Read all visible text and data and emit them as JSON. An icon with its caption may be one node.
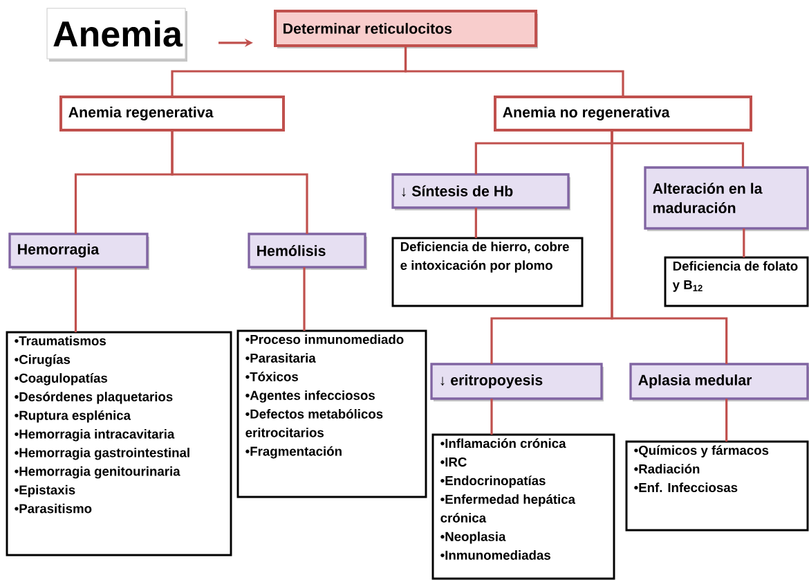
{
  "diagram": {
    "nodes": [
      {
        "text": [
          "Anemia"
        ]
      },
      {
        "text": [
          "Determinar reticulocitos"
        ]
      },
      {
        "text": [
          "Anemia regenerativa"
        ]
      },
      {
        "text": [
          "Anemia no regenerativa"
        ]
      },
      {
        "text": [
          "↓ Síntesis de Hb"
        ]
      },
      {
        "text": [
          "Alteración en la maduración"
        ]
      },
      {
        "text": [
          "Hemorragia"
        ]
      },
      {
        "text": [
          "Hemólisis"
        ]
      },
      {
        "text": [
          "Deficiencia de hierro, cobre e intoxicación por plomo"
        ]
      },
      {
        "text": [
          "Deficiencia de folato y B$_{12}$"
        ]
      },
      {
        "text": [
          "•Traumatismos",
          "•Cirugías",
          "•Coagulopatías",
          "•Desórdenes plaquetarios",
          "•Ruptura esplénica",
          "•Hemorragia intracavitaria",
          "•Hemorragia gastrointestinal",
          "•Hemorragia genitourinaria",
          "•Epistaxis",
          "•Parasitismo"
        ]
      },
      {
        "text": [
          "•Proceso inmunomediado",
          "•Parasitaria",
          "•Tóxicos",
          "•Agentes infecciosos",
          "•Defectos metabólicos eritrocitarios",
          "•Fragmentación"
        ]
      },
      {
        "text": [
          "↓ eritropoyesis"
        ]
      },
      {
        "text": [
          "Aplasia medular"
        ]
      },
      {
        "text": [
          "•Inflamación crónica",
          "•IRC",
          "•Endocrinopatías",
          "•Enfermedad hepática crónica",
          "•Neoplasia",
          "•Inmunomediadas"
        ]
      },
      {
        "text": [
          "•Químicos y fármacos",
          "•Radiación",
          "•Enf. Infecciosas"
        ]
      }
    ],
    "edges": [
      {
        "from": 0,
        "to": 1,
        "arrow": "to"
      },
      {
        "from": 1,
        "to": 2,
        "arrow": "none"
      },
      {
        "from": 1,
        "to": 3,
        "arrow": "none"
      },
      {
        "from": 2,
        "to": 6,
        "arrow": "none"
      },
      {
        "from": 2,
        "to": 7,
        "arrow": "none"
      },
      {
        "from": 3,
        "to": 4,
        "arrow": "none"
      },
      {
        "from": 3,
        "to": 5,
        "arrow": "none"
      },
      {
        "from": 3,
        "to": 12,
        "arrow": "none"
      },
      {
        "from": 3,
        "to": 13,
        "arrow": "none"
      },
      {
        "from": 4,
        "to": 8,
        "arrow": "none"
      },
      {
        "from": 5,
        "to": 9,
        "arrow": "none"
      },
      {
        "from": 6,
        "to": 10,
        "arrow": "none"
      },
      {
        "from": 7,
        "to": 11,
        "arrow": "none"
      },
      {
        "from": 12,
        "to": 14,
        "arrow": "none"
      },
      {
        "from": 13,
        "to": 15,
        "arrow": "none"
      }
    ]
  }
}
